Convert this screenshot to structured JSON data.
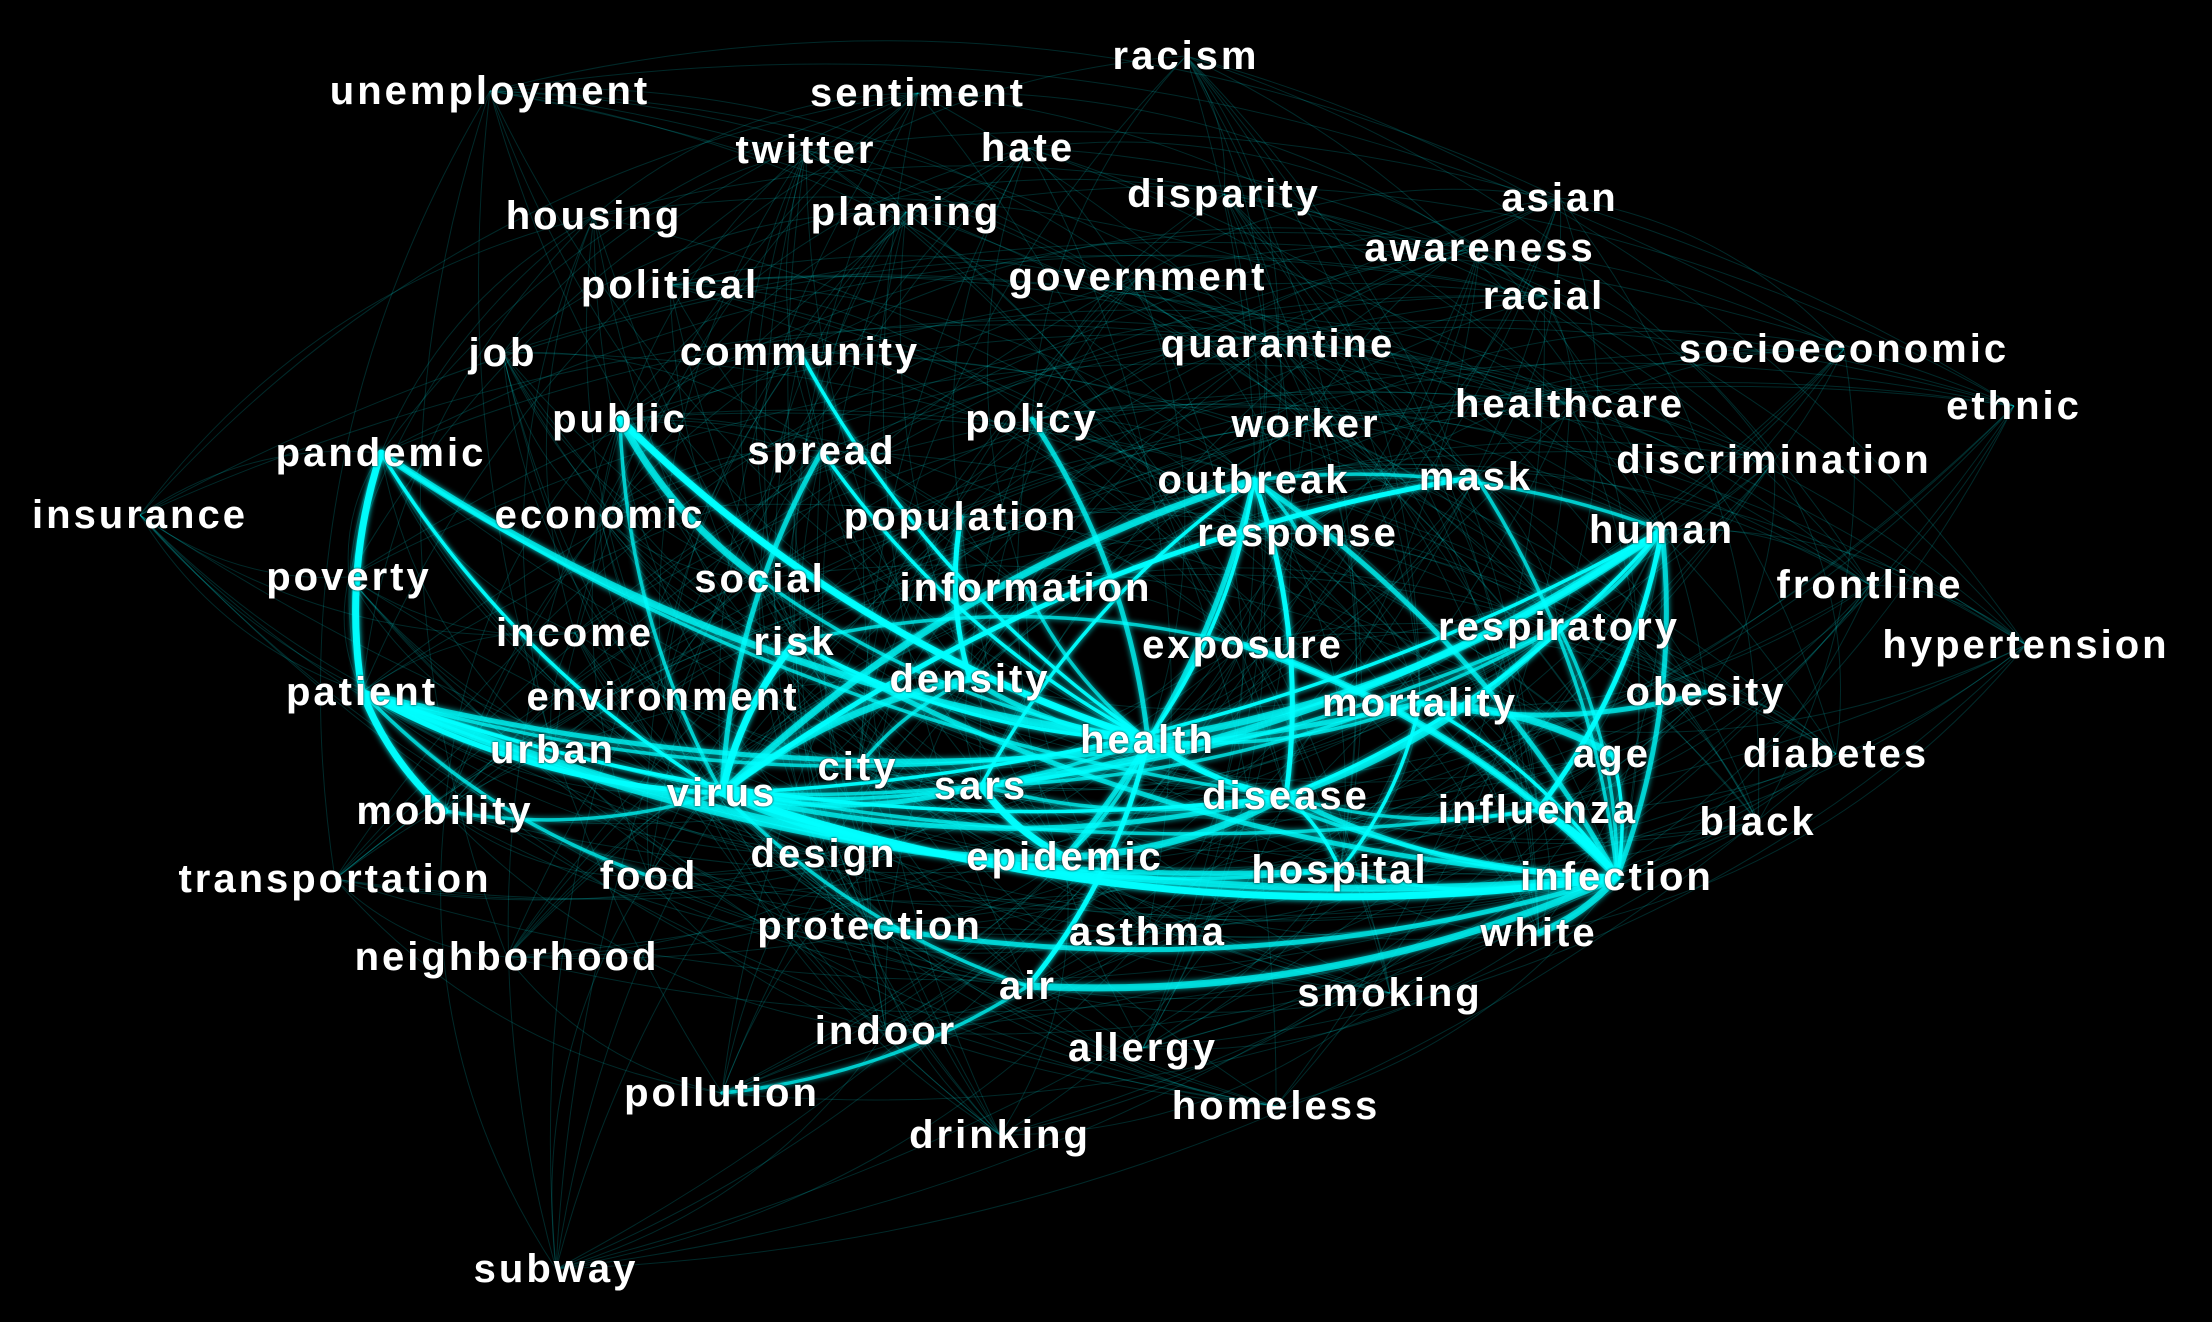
{
  "colors": {
    "background": "#000000",
    "edge": "#00ffff",
    "label": "#ffffff"
  },
  "nodes": [
    {
      "id": "racism",
      "label": "racism"
    },
    {
      "id": "unemployment",
      "label": "unemployment"
    },
    {
      "id": "sentiment",
      "label": "sentiment"
    },
    {
      "id": "twitter",
      "label": "twitter"
    },
    {
      "id": "hate",
      "label": "hate"
    },
    {
      "id": "disparity",
      "label": "disparity"
    },
    {
      "id": "asian",
      "label": "asian"
    },
    {
      "id": "housing",
      "label": "housing"
    },
    {
      "id": "planning",
      "label": "planning"
    },
    {
      "id": "awareness",
      "label": "awareness"
    },
    {
      "id": "political",
      "label": "political"
    },
    {
      "id": "government",
      "label": "government"
    },
    {
      "id": "racial",
      "label": "racial"
    },
    {
      "id": "job",
      "label": "job"
    },
    {
      "id": "community",
      "label": "community"
    },
    {
      "id": "quarantine",
      "label": "quarantine"
    },
    {
      "id": "socioeconomic",
      "label": "socioeconomic"
    },
    {
      "id": "healthcare",
      "label": "healthcare"
    },
    {
      "id": "ethnic",
      "label": "ethnic"
    },
    {
      "id": "public",
      "label": "public"
    },
    {
      "id": "policy",
      "label": "policy"
    },
    {
      "id": "worker",
      "label": "worker"
    },
    {
      "id": "pandemic",
      "label": "pandemic"
    },
    {
      "id": "spread",
      "label": "spread"
    },
    {
      "id": "discrimination",
      "label": "discrimination"
    },
    {
      "id": "outbreak",
      "label": "outbreak"
    },
    {
      "id": "mask",
      "label": "mask"
    },
    {
      "id": "insurance",
      "label": "insurance"
    },
    {
      "id": "economic",
      "label": "economic"
    },
    {
      "id": "population",
      "label": "population"
    },
    {
      "id": "human",
      "label": "human"
    },
    {
      "id": "response",
      "label": "response"
    },
    {
      "id": "poverty",
      "label": "poverty"
    },
    {
      "id": "social",
      "label": "social"
    },
    {
      "id": "information",
      "label": "information"
    },
    {
      "id": "frontline",
      "label": "frontline"
    },
    {
      "id": "respiratory",
      "label": "respiratory"
    },
    {
      "id": "income",
      "label": "income"
    },
    {
      "id": "risk",
      "label": "risk"
    },
    {
      "id": "exposure",
      "label": "exposure"
    },
    {
      "id": "hypertension",
      "label": "hypertension"
    },
    {
      "id": "density",
      "label": "density"
    },
    {
      "id": "patient",
      "label": "patient"
    },
    {
      "id": "environment",
      "label": "environment"
    },
    {
      "id": "obesity",
      "label": "obesity"
    },
    {
      "id": "mortality",
      "label": "mortality"
    },
    {
      "id": "health",
      "label": "health"
    },
    {
      "id": "urban",
      "label": "urban"
    },
    {
      "id": "age",
      "label": "age"
    },
    {
      "id": "diabetes",
      "label": "diabetes"
    },
    {
      "id": "city",
      "label": "city"
    },
    {
      "id": "sars",
      "label": "sars"
    },
    {
      "id": "virus",
      "label": "virus"
    },
    {
      "id": "disease",
      "label": "disease"
    },
    {
      "id": "mobility",
      "label": "mobility"
    },
    {
      "id": "influenza",
      "label": "influenza"
    },
    {
      "id": "black",
      "label": "black"
    },
    {
      "id": "design",
      "label": "design"
    },
    {
      "id": "epidemic",
      "label": "epidemic"
    },
    {
      "id": "food",
      "label": "food"
    },
    {
      "id": "hospital",
      "label": "hospital"
    },
    {
      "id": "transportation",
      "label": "transportation"
    },
    {
      "id": "infection",
      "label": "infection"
    },
    {
      "id": "protection",
      "label": "protection"
    },
    {
      "id": "asthma",
      "label": "asthma"
    },
    {
      "id": "white",
      "label": "white"
    },
    {
      "id": "neighborhood",
      "label": "neighborhood"
    },
    {
      "id": "air",
      "label": "air"
    },
    {
      "id": "smoking",
      "label": "smoking"
    },
    {
      "id": "indoor",
      "label": "indoor"
    },
    {
      "id": "allergy",
      "label": "allergy"
    },
    {
      "id": "pollution",
      "label": "pollution"
    },
    {
      "id": "homeless",
      "label": "homeless"
    },
    {
      "id": "drinking",
      "label": "drinking"
    },
    {
      "id": "subway",
      "label": "subway"
    }
  ],
  "strong_edges": [
    [
      "virus",
      "infection"
    ],
    [
      "virus",
      "health"
    ],
    [
      "virus",
      "disease"
    ],
    [
      "virus",
      "human"
    ],
    [
      "virus",
      "outbreak"
    ],
    [
      "virus",
      "hospital"
    ],
    [
      "virus",
      "patient"
    ],
    [
      "virus",
      "respiratory"
    ],
    [
      "patient",
      "infection"
    ],
    [
      "patient",
      "disease"
    ],
    [
      "patient",
      "hospital"
    ],
    [
      "patient",
      "health"
    ],
    [
      "patient",
      "pandemic"
    ],
    [
      "patient",
      "influenza"
    ],
    [
      "patient",
      "mortality"
    ],
    [
      "pandemic",
      "virus"
    ],
    [
      "pandemic",
      "health"
    ],
    [
      "pandemic",
      "disease"
    ],
    [
      "health",
      "disease"
    ],
    [
      "health",
      "infection"
    ],
    [
      "health",
      "human"
    ],
    [
      "health",
      "outbreak"
    ],
    [
      "health",
      "density"
    ],
    [
      "health",
      "epidemic"
    ],
    [
      "health",
      "public"
    ],
    [
      "health",
      "mortality"
    ],
    [
      "disease",
      "infection"
    ],
    [
      "disease",
      "human"
    ],
    [
      "disease",
      "respiratory"
    ],
    [
      "disease",
      "influenza"
    ],
    [
      "disease",
      "outbreak"
    ],
    [
      "disease",
      "sars"
    ],
    [
      "disease",
      "epidemic"
    ],
    [
      "disease",
      "hospital"
    ],
    [
      "infection",
      "human"
    ],
    [
      "infection",
      "respiratory"
    ],
    [
      "infection",
      "influenza"
    ],
    [
      "infection",
      "hospital"
    ],
    [
      "infection",
      "outbreak"
    ],
    [
      "infection",
      "mortality"
    ],
    [
      "infection",
      "exposure"
    ],
    [
      "human",
      "respiratory"
    ],
    [
      "human",
      "influenza"
    ],
    [
      "human",
      "outbreak"
    ],
    [
      "human",
      "sars"
    ],
    [
      "outbreak",
      "sars"
    ],
    [
      "outbreak",
      "epidemic"
    ],
    [
      "outbreak",
      "response"
    ],
    [
      "sars",
      "epidemic"
    ],
    [
      "sars",
      "respiratory"
    ],
    [
      "sars",
      "virus"
    ],
    [
      "public",
      "health"
    ],
    [
      "public",
      "social"
    ],
    [
      "public",
      "virus"
    ],
    [
      "density",
      "population"
    ],
    [
      "density",
      "city"
    ],
    [
      "density",
      "virus"
    ],
    [
      "risk",
      "health"
    ],
    [
      "risk",
      "infection"
    ],
    [
      "risk",
      "exposure"
    ],
    [
      "risk",
      "virus"
    ],
    [
      "social",
      "health"
    ],
    [
      "spread",
      "virus"
    ],
    [
      "spread",
      "health"
    ],
    [
      "air",
      "infection"
    ],
    [
      "air",
      "virus"
    ],
    [
      "air",
      "health"
    ],
    [
      "air",
      "pollution"
    ],
    [
      "age",
      "mortality"
    ],
    [
      "age",
      "infection"
    ],
    [
      "obesity",
      "mortality"
    ],
    [
      "mobility",
      "virus"
    ],
    [
      "mobility",
      "patient"
    ],
    [
      "food",
      "patient"
    ],
    [
      "protection",
      "infection"
    ],
    [
      "hospital",
      "mortality"
    ],
    [
      "epidemic",
      "virus"
    ],
    [
      "exposure",
      "infection"
    ],
    [
      "mask",
      "virus"
    ],
    [
      "mask",
      "infection"
    ],
    [
      "white",
      "infection"
    ],
    [
      "community",
      "health"
    ],
    [
      "policy",
      "health"
    ],
    [
      "information",
      "health"
    ]
  ]
}
